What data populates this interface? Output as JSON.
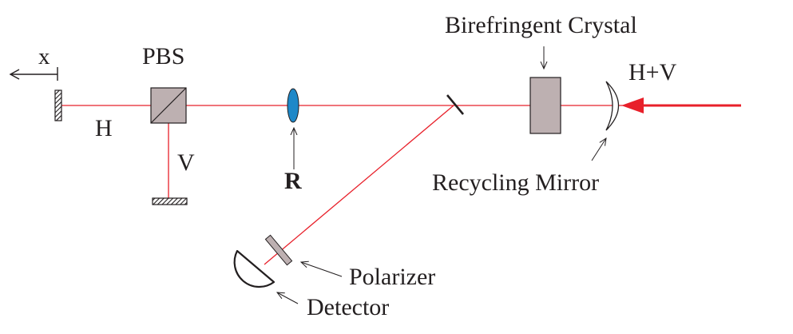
{
  "labels": {
    "x_axis": "x",
    "pbs": "PBS",
    "h_arm": "H",
    "v_arm": "V",
    "r_lens": "R",
    "birefringent_crystal": "Birefringent Crystal",
    "h_plus_v": "H+V",
    "recycling_mirror": "Recycling Mirror",
    "polarizer": "Polarizer",
    "detector": "Detector"
  },
  "colors": {
    "beam": "#e8202a",
    "lens": "#1e88c8",
    "component_gray": "#bdb0b1",
    "ink": "#231f20",
    "background": "#ffffff"
  }
}
